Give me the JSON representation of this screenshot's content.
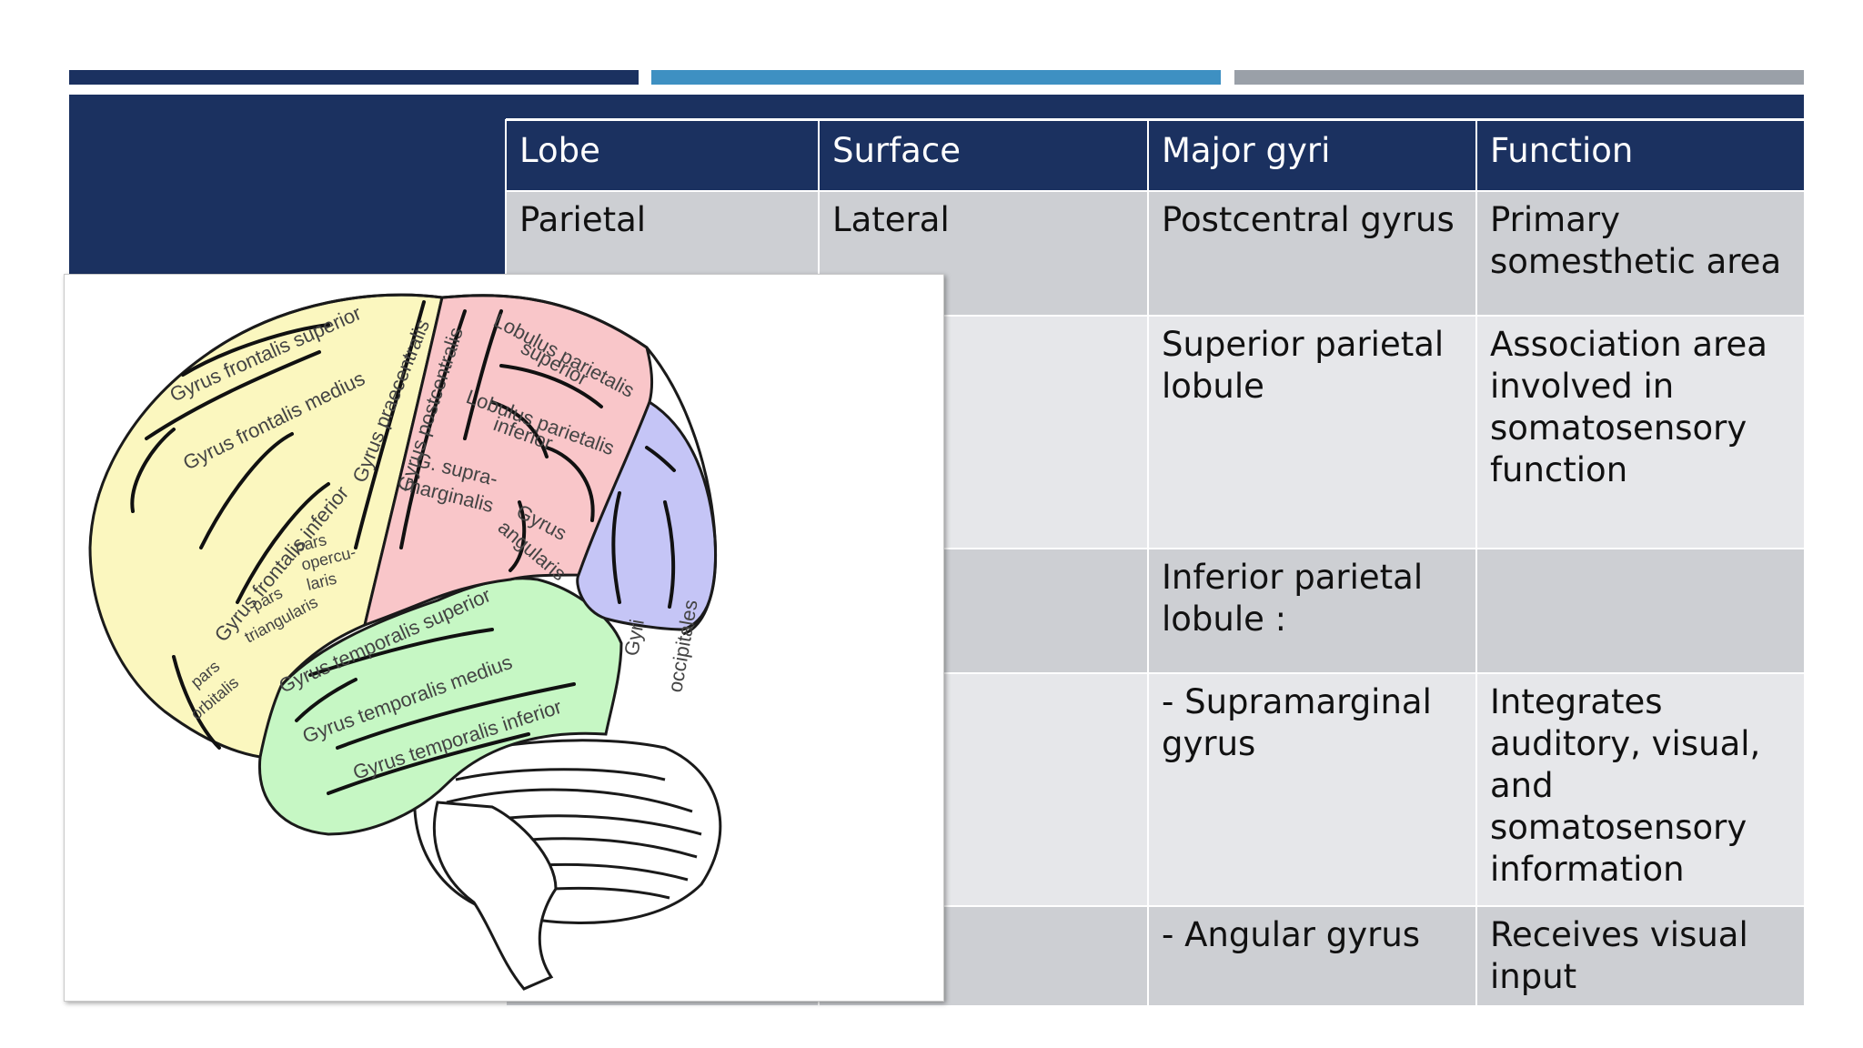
{
  "table": {
    "headers": [
      "Lobe",
      "Surface",
      "Major gyri",
      "Function"
    ],
    "rows": [
      [
        "Parietal",
        "Lateral",
        "Postcentral gyrus",
        "Primary somesthetic area"
      ],
      [
        "",
        "",
        "Superior parietal lobule",
        "Association area involved in somatosensory function"
      ],
      [
        "",
        "",
        "Inferior parietal lobule :",
        ""
      ],
      [
        "",
        "",
        "- Supramarginal gyrus",
        "Integrates auditory, visual, and somatosensory information"
      ],
      [
        "",
        "",
        "- Angular gyrus",
        "Receives visual input"
      ]
    ]
  },
  "figure": {
    "labels": {
      "frontalis_superior": "Gyrus frontalis superior",
      "frontalis_medius": "Gyrus frontalis medius",
      "frontalis_inferior": "Gyrus frontalis inferior",
      "praecentralis": "Gyrus praecentralis",
      "postcentralis": "Gyrus postcentralis",
      "lobulus_sup_1": "Lobulus parietalis",
      "lobulus_sup_2": "superior",
      "lobulus_inf_1": "Lobulus parietalis",
      "lobulus_inf_2": "inferior",
      "supra_1": "G. supra-",
      "supra_2": "marginalis",
      "angular_1": "Gyrus",
      "angular_2": "angularis",
      "operc_1": "pars",
      "operc_2": "opercu-",
      "operc_3": "laris",
      "triang_1": "pars",
      "triang_2": "triangularis",
      "orbit_1": "pars",
      "orbit_2": "orbitalis",
      "temporalis_superior": "Gyrus temporalis superior",
      "temporalis_medius": "Gyrus temporalis medius",
      "temporalis_inferior": "Gyrus temporalis inferior",
      "occipitales_1": "Gyri",
      "occipitales_2": "occipitales"
    },
    "colors": {
      "frontal": "#fbf7bf",
      "parietal": "#f9c6c9",
      "temporal": "#c6f7c4",
      "occipital": "#c5c5f6",
      "header": "#1b3160",
      "accent": "#3e90c2"
    }
  }
}
